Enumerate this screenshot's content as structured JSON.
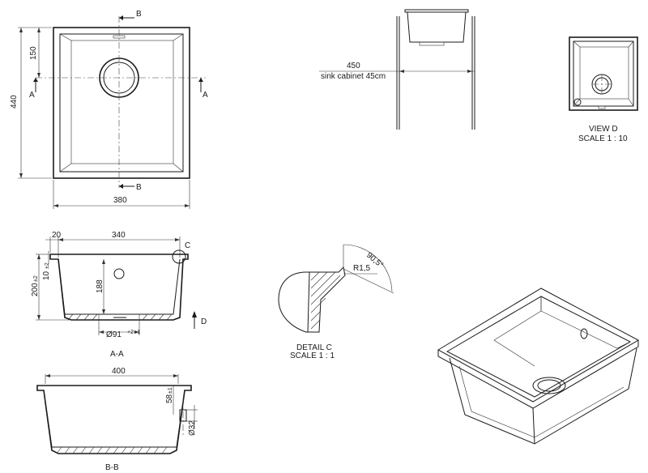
{
  "top_view": {
    "dim_width": "380",
    "dim_height": "440",
    "dim_hole_offset": "150",
    "section_a": "A",
    "section_b": "B"
  },
  "cabinet_view": {
    "dim_cabinet": "450",
    "cabinet_label": "sink cabinet 45cm"
  },
  "view_d": {
    "title": "VIEW D",
    "scale": "SCALE 1 : 10"
  },
  "section_aa": {
    "dim_rim": "20",
    "dim_inner": "340",
    "detail_marker": "C",
    "dim_depth_total": "200",
    "dim_depth_total_tol": "±2",
    "dim_rim_thk": "10",
    "dim_rim_thk_tol": "±2",
    "dim_depth_inner": "188",
    "dim_drain": "Ø91",
    "dim_drain_tol": "+2 -1",
    "view_arrow": "D",
    "label": "A-A"
  },
  "detail_c": {
    "angle": "90,5°",
    "radius": "R1,5",
    "title": "DETAIL C",
    "scale": "SCALE 1 : 1"
  },
  "section_bb": {
    "dim_width": "400",
    "dim_overflow_h": "58",
    "dim_overflow_h_tol": "±1",
    "dim_overflow_d": "Ø32",
    "label": "B-B"
  }
}
